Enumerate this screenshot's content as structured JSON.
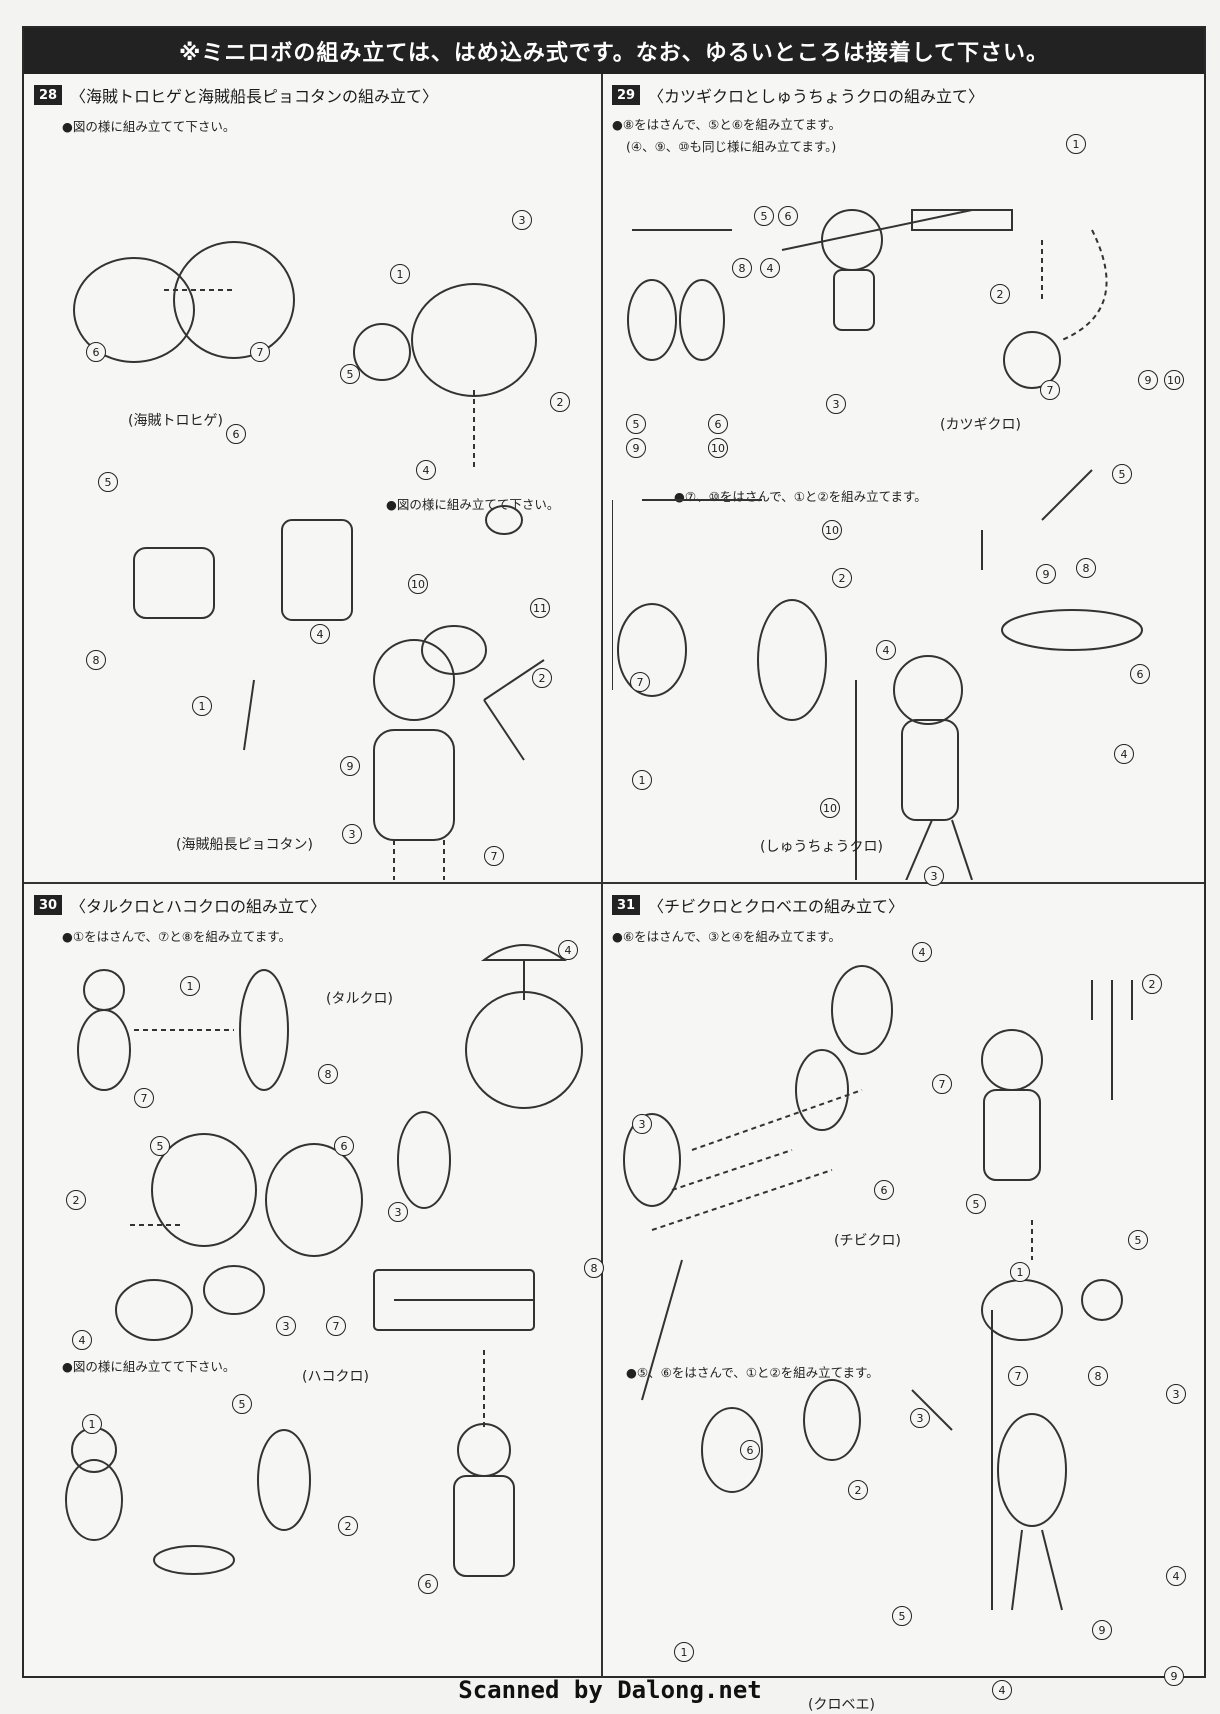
{
  "banner": "※ミニロボの組み立ては、はめ込み式です。なお、ゆるいところは接着して下さい。",
  "footer": "Scanned by Dalong.net",
  "steps": [
    {
      "num": "28",
      "title": "〈海賊トロヒゲと海賊船長ピョコタンの組み立て〉",
      "notes": [
        "●図の様に組み立てて下さい。",
        "●図の様に組み立てて下さい。"
      ],
      "captions": [
        "(海賊トロヒゲ)",
        "(海賊船長ピョコタン)"
      ]
    },
    {
      "num": "29",
      "title": "〈カツギクロとしゅうちょうクロの組み立て〉",
      "notes": [
        "●⑧をはさんで、⑤と⑥を組み立てます。",
        "(④、⑨、⑩も同じ様に組み立てます。)",
        "●⑦、⑩をはさんで、①と②を組み立てます。"
      ],
      "captions": [
        "(カツギクロ)",
        "(しゅうちょうクロ)"
      ]
    },
    {
      "num": "30",
      "title": "〈タルクロとハコクロの組み立て〉",
      "notes": [
        "●①をはさんで、⑦と⑧を組み立てます。",
        "●図の様に組み立てて下さい。"
      ],
      "captions": [
        "(タルクロ)",
        "(ハコクロ)"
      ]
    },
    {
      "num": "31",
      "title": "〈チビクロとクロベエの組み立て〉",
      "notes": [
        "●⑥をはさんで、③と④を組み立てます。",
        "●⑤、⑥をはさんで、①と②を組み立てます。"
      ],
      "captions": [
        "(チビクロ)",
        "(クロベエ)"
      ]
    }
  ],
  "callouts": {
    "p28": [
      "6",
      "7",
      "3",
      "1",
      "5",
      "2",
      "4",
      "6",
      "5",
      "8",
      "10",
      "11",
      "4",
      "1",
      "2",
      "9",
      "3",
      "7"
    ],
    "p29": [
      "1",
      "5",
      "6",
      "8",
      "4",
      "2",
      "5",
      "9",
      "6",
      "10",
      "7",
      "9",
      "10",
      "3",
      "5",
      "7",
      "10",
      "2",
      "8",
      "9",
      "6",
      "4",
      "4",
      "1",
      "10",
      "3"
    ],
    "p30": [
      "1",
      "8",
      "7",
      "4",
      "5",
      "6",
      "2",
      "3",
      "8",
      "4",
      "3",
      "7",
      "5",
      "1",
      "2",
      "6"
    ],
    "p31": [
      "4",
      "2",
      "3",
      "7",
      "6",
      "5",
      "5",
      "1",
      "7",
      "8",
      "3",
      "3",
      "6",
      "2",
      "1",
      "5",
      "4",
      "9",
      "4",
      "9"
    ]
  },
  "figure_icons": [
    "pirate-robot-figure",
    "captain-figure",
    "tribal-robot-figure",
    "barrel-figure",
    "box-figure",
    "spear-figure",
    "fork-figure",
    "umbrella-figure"
  ]
}
